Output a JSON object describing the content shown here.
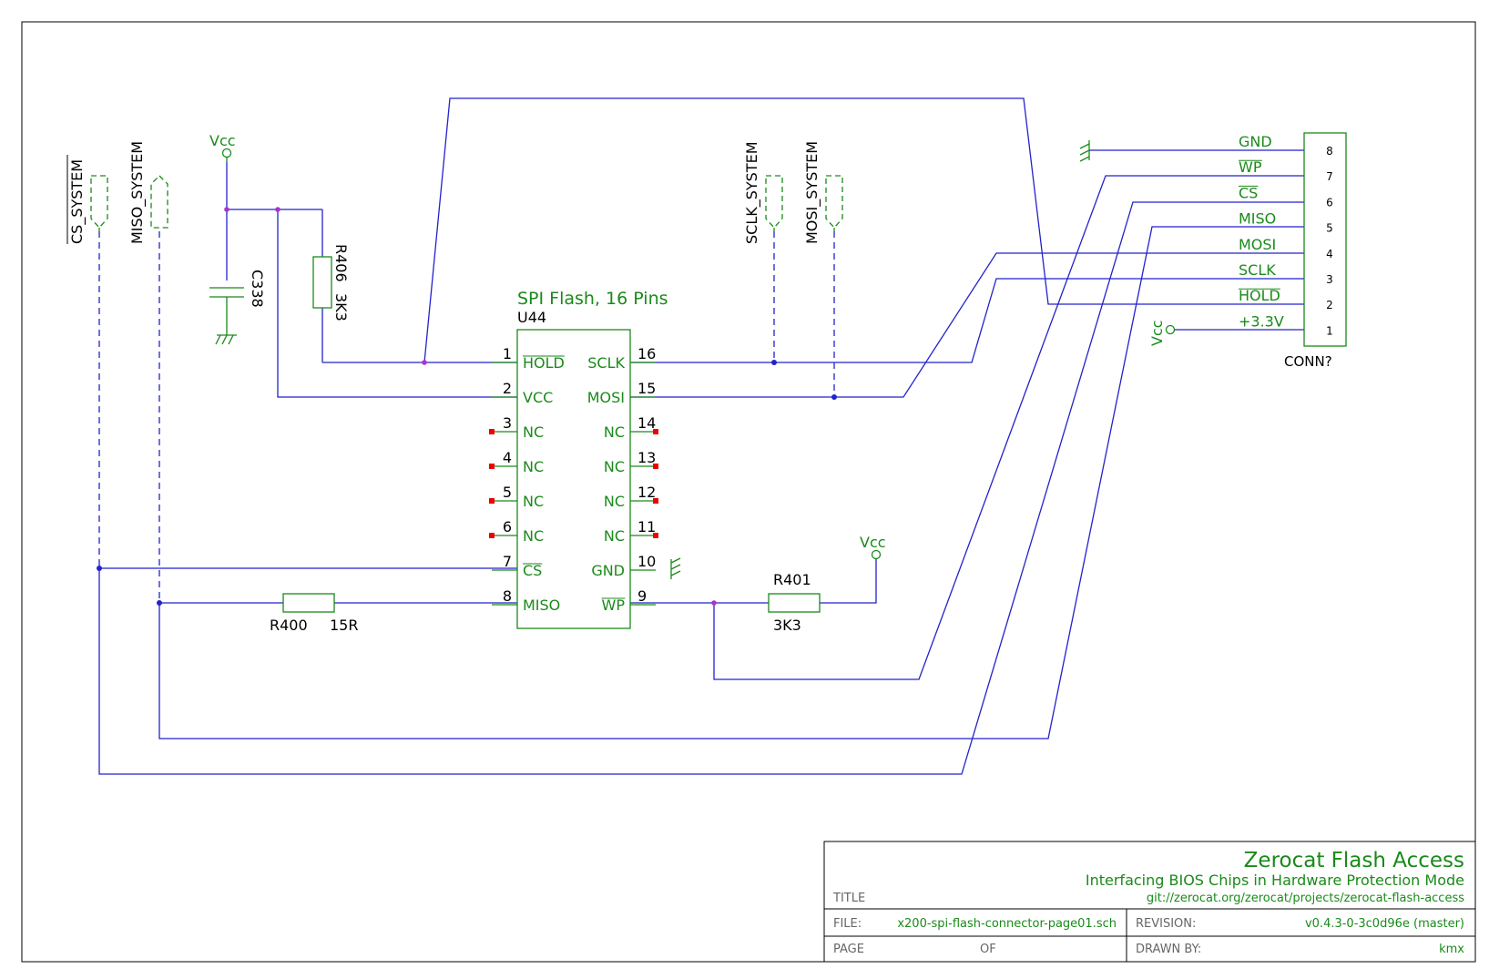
{
  "chip": {
    "title": "SPI Flash, 16 Pins",
    "ref": "U44",
    "left_pins": [
      {
        "num": "1",
        "name": "HOLD",
        "overline": true
      },
      {
        "num": "2",
        "name": "VCC",
        "overline": false
      },
      {
        "num": "3",
        "name": "NC",
        "overline": false
      },
      {
        "num": "4",
        "name": "NC",
        "overline": false
      },
      {
        "num": "5",
        "name": "NC",
        "overline": false
      },
      {
        "num": "6",
        "name": "NC",
        "overline": false
      },
      {
        "num": "7",
        "name": "CS",
        "overline": true
      },
      {
        "num": "8",
        "name": "MISO",
        "overline": false
      }
    ],
    "right_pins": [
      {
        "num": "16",
        "name": "SCLK",
        "overline": false
      },
      {
        "num": "15",
        "name": "MOSI",
        "overline": false
      },
      {
        "num": "14",
        "name": "NC",
        "overline": false
      },
      {
        "num": "13",
        "name": "NC",
        "overline": false
      },
      {
        "num": "12",
        "name": "NC",
        "overline": false
      },
      {
        "num": "11",
        "name": "NC",
        "overline": false
      },
      {
        "num": "10",
        "name": "GND",
        "overline": false
      },
      {
        "num": "9",
        "name": "WP",
        "overline": true
      }
    ]
  },
  "connector": {
    "ref": "CONN?",
    "pins": [
      {
        "num": "8",
        "name": "GND",
        "overline": false
      },
      {
        "num": "7",
        "name": "WP",
        "overline": true
      },
      {
        "num": "6",
        "name": "CS",
        "overline": true
      },
      {
        "num": "5",
        "name": "MISO",
        "overline": false
      },
      {
        "num": "4",
        "name": "MOSI",
        "overline": false
      },
      {
        "num": "3",
        "name": "SCLK",
        "overline": false
      },
      {
        "num": "2",
        "name": "HOLD",
        "overline": true
      },
      {
        "num": "1",
        "name": "+3.3V",
        "overline": false
      }
    ]
  },
  "components": {
    "c338": {
      "ref": "C338"
    },
    "r406": {
      "ref": "R406",
      "value": "3K3"
    },
    "r400": {
      "ref": "R400",
      "value": "15R"
    },
    "r401": {
      "ref": "R401",
      "value": "3K3"
    }
  },
  "power": {
    "vcc": "Vcc"
  },
  "ports": {
    "cs": "CS_SYSTEM",
    "miso": "MISO_SYSTEM",
    "sclk": "SCLK_SYSTEM",
    "mosi": "MOSI_SYSTEM"
  },
  "title_block": {
    "project": "Zerocat Flash Access",
    "subtitle": "Interfacing BIOS Chips in Hardware Protection Mode",
    "url": "git://zerocat.org/zerocat/projects/zerocat-flash-access",
    "title_label": "TITLE",
    "file_label": "FILE:",
    "file_value": "x200-spi-flash-connector-page01.sch",
    "revision_label": "REVISION:",
    "revision_value": "v0.4.3-0-3c0d96e (master)",
    "page_label": "PAGE",
    "of_label": "OF",
    "drawn_by_label": "DRAWN BY:",
    "drawn_by_value": "kmx"
  },
  "colors": {
    "component": "#1a8a1a",
    "wire": "#2222cc",
    "nc_marker": "#ee0000",
    "junction": "#aa33cc"
  }
}
